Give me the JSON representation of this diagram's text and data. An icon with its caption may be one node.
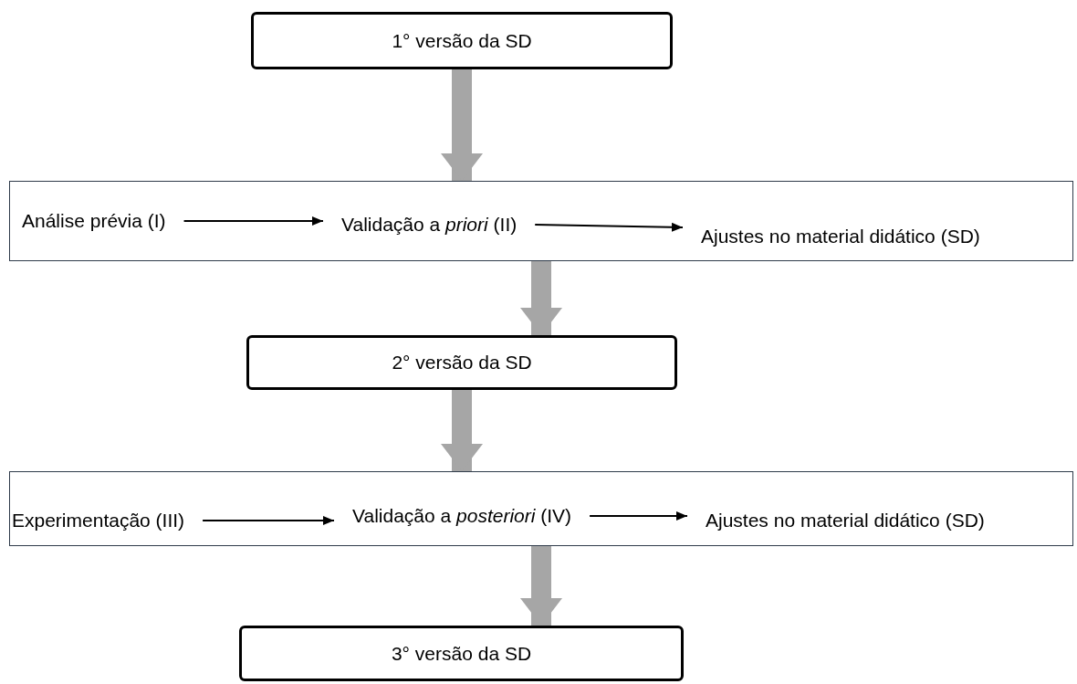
{
  "diagram": {
    "nodes": [
      {
        "text": [
          "1° versão da SD"
        ]
      },
      {
        "text": [],
        "shape": "box"
      },
      {
        "text": [
          "Análise prévia (I)"
        ],
        "in": 1
      },
      {
        "text": [
          "Validação a *priori* (II)"
        ],
        "in": 1
      },
      {
        "text": [
          "Ajustes no material didático (SD)"
        ],
        "in": 1
      },
      {
        "text": [
          "2° versão da SD"
        ]
      },
      {
        "text": [],
        "shape": "box"
      },
      {
        "text": [
          "Experimentação (III)"
        ],
        "in": 6
      },
      {
        "text": [
          "Validação a *posteriori* (IV)"
        ],
        "in": 6
      },
      {
        "text": [
          "Ajustes no material didático (SD)"
        ],
        "in": 6
      },
      {
        "text": [
          "3° versão da SD"
        ]
      }
    ],
    "edges": [
      {
        "from": 0,
        "to": 1,
        "arrow": "to",
        "style": "thick",
        "color": "#a6a6a6"
      },
      {
        "from": 2,
        "to": 3,
        "arrow": "to",
        "color": "#000000"
      },
      {
        "from": 3,
        "to": 4,
        "arrow": "to",
        "color": "#000000"
      },
      {
        "from": 1,
        "to": 5,
        "arrow": "to",
        "style": "thick",
        "color": "#a6a6a6"
      },
      {
        "from": 5,
        "to": 6,
        "arrow": "to",
        "style": "thick",
        "color": "#a6a6a6"
      },
      {
        "from": 7,
        "to": 8,
        "arrow": "to",
        "color": "#000000"
      },
      {
        "from": 8,
        "to": 9,
        "arrow": "to",
        "color": "#000000"
      },
      {
        "from": 6,
        "to": 10,
        "arrow": "to",
        "style": "thick",
        "color": "#a6a6a6"
      }
    ]
  }
}
